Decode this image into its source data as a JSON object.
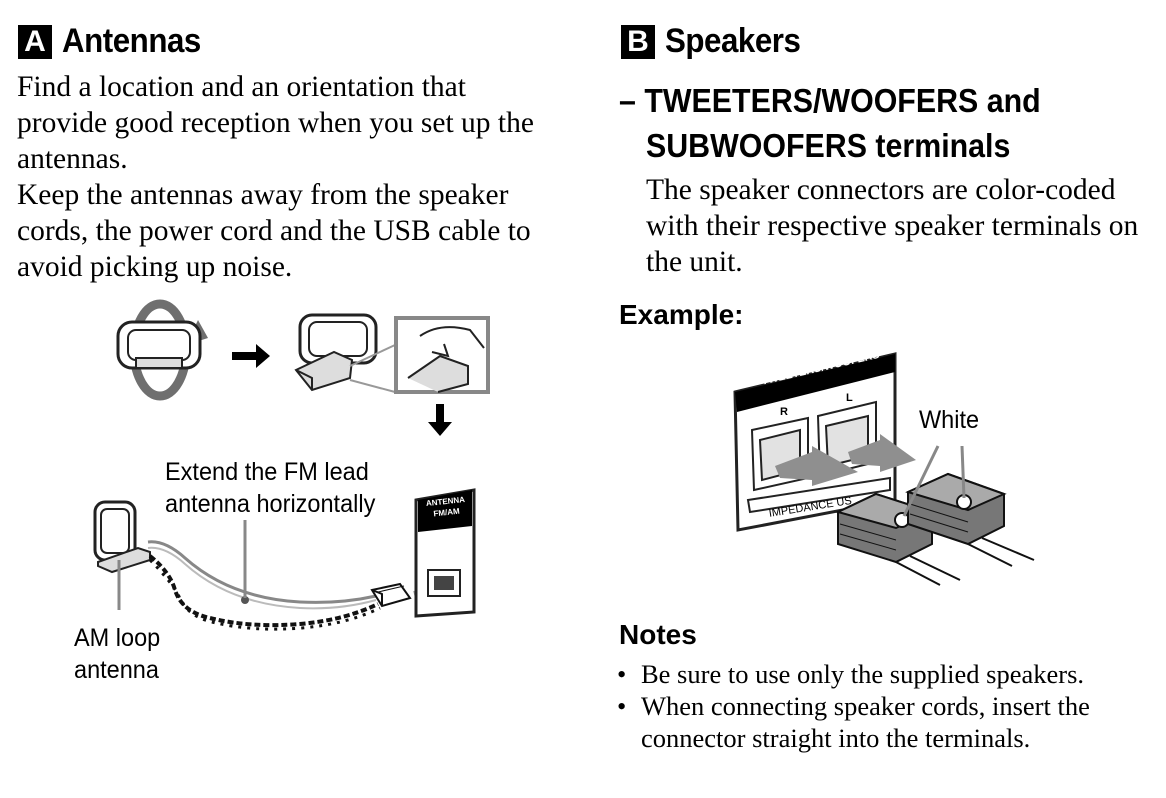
{
  "section_a": {
    "badge": "A",
    "title": "Antennas",
    "paragraph1": "Find a location and an orientation that provide good reception when you set up the antennas.",
    "paragraph2": "Keep the antennas away from the speaker cords, the power cord and the USB cable to avoid picking up noise.",
    "figure": {
      "fm_label_line1": "Extend the FM lead",
      "fm_label_line2": "antenna horizontally",
      "am_label_line1": "AM loop",
      "am_label_line2": "antenna",
      "jack_label_line1": "ANTENNA",
      "jack_label_line2": "FM/AM"
    }
  },
  "section_b": {
    "badge": "B",
    "title": "Speakers",
    "subheading_line1": "– TWEETERS/WOOFERS and",
    "subheading_line2": "SUBWOOFERS terminals",
    "paragraph": "The speaker connectors are color-coded with their respective speaker terminals on the unit.",
    "example_label": "Example:",
    "figure": {
      "panel_label": "TWEETERS/WOOFERS",
      "r_label": "R",
      "l_label": "L",
      "impedance_label": "IMPEDANCE US",
      "white_label": "White"
    },
    "notes_title": "Notes",
    "notes": [
      "Be sure to use only the supplied speakers.",
      "When connecting speaker cords, insert the connector straight into the terminals."
    ]
  }
}
